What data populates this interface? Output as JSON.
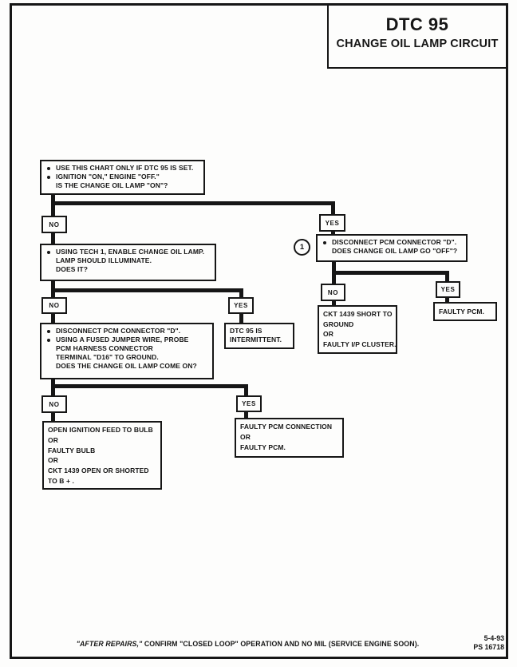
{
  "header": {
    "title_line1": "DTC 95",
    "title_line2": "CHANGE OIL LAMP CIRCUIT"
  },
  "labels": {
    "no": "NO",
    "yes": "YES",
    "callout_1": "1"
  },
  "flowchart": {
    "start": {
      "lines": [
        {
          "b": true,
          "t": "USE THIS CHART ONLY IF DTC 95 IS SET."
        },
        {
          "b": true,
          "t": "IGNITION \"ON,\" ENGINE \"OFF.\""
        },
        {
          "b": false,
          "t": "IS THE CHANGE OIL LAMP \"ON\"?"
        }
      ]
    },
    "tech1_check": {
      "lines": [
        {
          "b": true,
          "t": "USING TECH 1, ENABLE CHANGE OIL LAMP."
        },
        {
          "b": false,
          "t": "LAMP SHOULD ILLUMINATE."
        },
        {
          "b": false,
          "t": "DOES IT?"
        }
      ]
    },
    "disconnect_pcm": {
      "lines": [
        {
          "b": true,
          "t": "DISCONNECT PCM CONNECTOR \"D\"."
        },
        {
          "b": false,
          "t": "DOES CHANGE OIL LAMP GO \"OFF\"?"
        }
      ]
    },
    "jumper_probe": {
      "lines": [
        {
          "b": true,
          "t": "DISCONNECT PCM CONNECTOR \"D\"."
        },
        {
          "b": true,
          "t": "USING A FUSED JUMPER WIRE, PROBE"
        },
        {
          "b": false,
          "t": "PCM HARNESS CONNECTOR"
        },
        {
          "b": false,
          "t": "TERMINAL \"D16\" TO GROUND."
        },
        {
          "b": false,
          "t": "DOES THE CHANGE OIL LAMP COME ON?"
        }
      ]
    },
    "intermittent": {
      "lines": [
        {
          "b": false,
          "t": "DTC 95 IS"
        },
        {
          "b": false,
          "t": "INTERMITTENT."
        }
      ]
    },
    "ckt1439_short": {
      "lines": [
        {
          "b": false,
          "t": "CKT 1439 SHORT TO"
        },
        {
          "b": false,
          "t": "GROUND"
        },
        {
          "b": false,
          "t": "OR"
        },
        {
          "b": false,
          "t": "FAULTY I/P CLUSTER."
        }
      ]
    },
    "faulty_pcm": {
      "lines": [
        {
          "b": false,
          "t": "FAULTY PCM."
        }
      ]
    },
    "open_feed": {
      "lines": [
        {
          "b": false,
          "t": "OPEN IGNITION FEED TO BULB"
        },
        {
          "b": false,
          "t": "OR"
        },
        {
          "b": false,
          "t": "FAULTY BULB"
        },
        {
          "b": false,
          "t": "OR"
        },
        {
          "b": false,
          "t": "CKT 1439 OPEN OR SHORTED"
        },
        {
          "b": false,
          "t": "TO B + ."
        }
      ]
    },
    "faulty_pcm_connection": {
      "lines": [
        {
          "b": false,
          "t": "FAULTY PCM CONNECTION"
        },
        {
          "b": false,
          "t": "OR"
        },
        {
          "b": false,
          "t": "FAULTY PCM."
        }
      ]
    }
  },
  "footer": {
    "note_italic": "\"AFTER REPAIRS,\"",
    "note_rest": " CONFIRM \"CLOSED LOOP\" OPERATION AND NO MIL (SERVICE ENGINE SOON).",
    "date": "5-4-93",
    "doc_number": "PS 16718"
  }
}
